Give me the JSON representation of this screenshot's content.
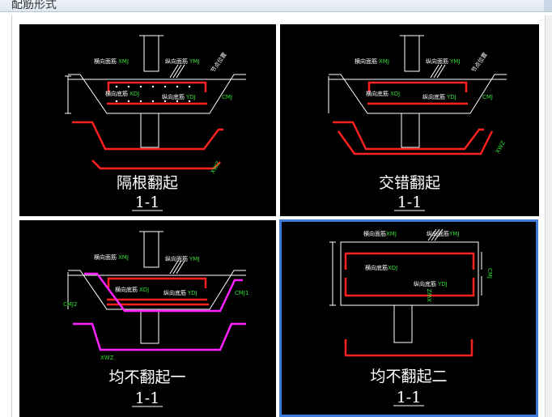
{
  "window": {
    "title": "配筋形式"
  },
  "panels": [
    {
      "caption": "隔根翻起",
      "section": "1-1",
      "labels": {
        "hm": "横向面筋",
        "hm_c": "XMJ",
        "zm": "纵向面筋",
        "zm_c": "YMJ",
        "hd": "横向底筋",
        "hd_c": "XDJ",
        "zd": "纵向底筋",
        "zd_c": "YDJ",
        "wz": "节点位置",
        "cmj": "CMJ",
        "xwz": "XWZ"
      }
    },
    {
      "caption": "交错翻起",
      "section": "1-1",
      "labels": {
        "hm": "横向面筋",
        "hm_c": "XMJ",
        "zm": "纵向面筋",
        "zm_c": "YMJ",
        "hd": "横向底筋",
        "hd_c": "XDJ",
        "zd": "纵向底筋",
        "zd_c": "YDJ",
        "wz": "节点位置",
        "cmj": "CMJ",
        "xwz": "XWZ"
      }
    },
    {
      "caption": "均不翻起一",
      "section": "1-1",
      "labels": {
        "hm": "横向面筋",
        "hm_c": "XMJ",
        "zm": "纵向面筋",
        "zm_c": "YMJ",
        "hd": "横向底筋",
        "hd_c": "XDJ",
        "zd": "纵向底筋",
        "zd_c": "YDJ",
        "cmj2": "CMJ2",
        "cmj1": "CMJ1",
        "xwz": "XWZ"
      }
    },
    {
      "caption": "均不翻起二",
      "section": "1-1",
      "labels": {
        "hm": "横向面筋",
        "hm_c": "XMJ",
        "zm": "纵向面筋",
        "zm_c": "YMJ",
        "hd": "横向底筋",
        "hd_c": "XDJ",
        "zd": "纵向底筋",
        "zd_c": "YDJ",
        "cmj": "CMJ",
        "xwz": "XWZ"
      }
    }
  ],
  "selected_index": 3,
  "colors": {
    "rebar": "#ff2020",
    "rebar_alt": "#ff22ff",
    "text": "#ffffff",
    "code": "#33dd33",
    "selection": "#3d7ad9"
  }
}
